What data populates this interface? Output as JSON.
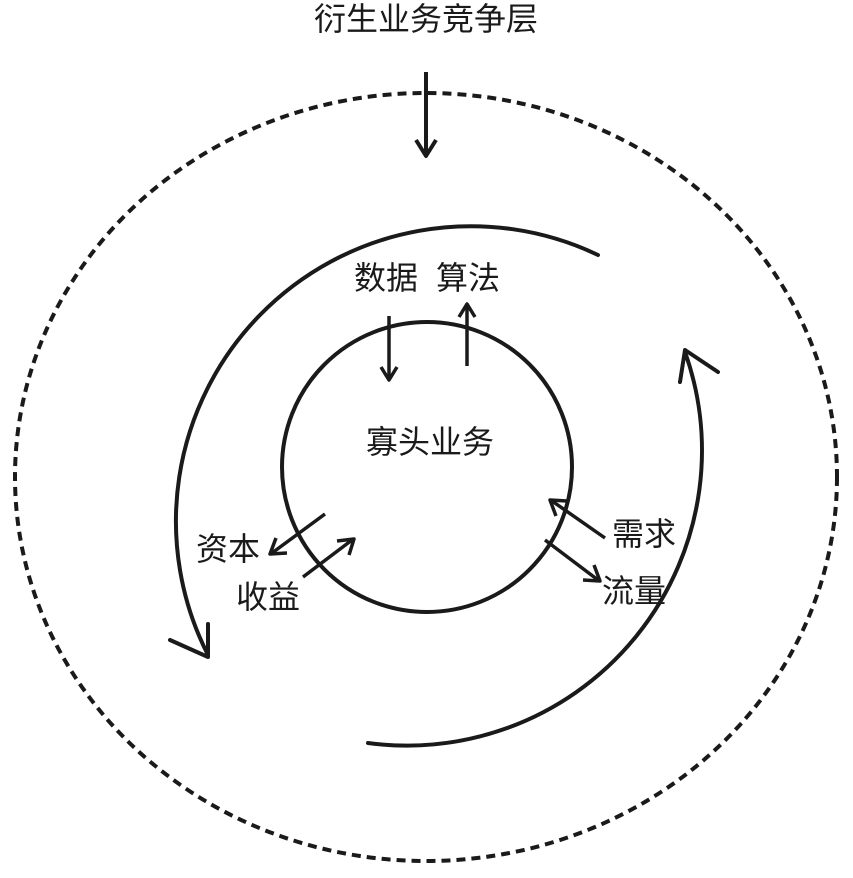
{
  "diagram": {
    "outer_label": "衍生业务竞争层",
    "center_label": "寡头业务",
    "data_label": "数据",
    "algorithm_label": "算法",
    "capital_label": "资本",
    "revenue_label": "收益",
    "demand_label": "需求",
    "traffic_label": "流量"
  },
  "colors": {
    "stroke": "#1a1a1a",
    "text": "#1a1a1a",
    "background": "#ffffff"
  }
}
